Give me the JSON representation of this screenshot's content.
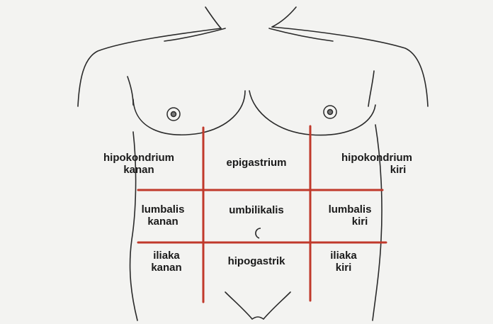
{
  "diagram": {
    "colors": {
      "background": "#f3f3f1",
      "outline": "#2a2a2a",
      "grid_lines": "#c0392b",
      "text": "#1a1a1a"
    },
    "regions": {
      "hipokondrium_kanan": {
        "line1": "hipokondrium",
        "line2": "kanan"
      },
      "epigastrium": {
        "line1": "epigastrium"
      },
      "hipokondrium_kiri": {
        "line1": "hipokondrium",
        "line2": "kiri"
      },
      "lumbalis_kanan": {
        "line1": "lumbalis",
        "line2": "kanan"
      },
      "umbilikalis": {
        "line1": "umbilikalis"
      },
      "lumbalis_kiri": {
        "line1": "lumbalis",
        "line2": "kiri"
      },
      "iliaka_kanan": {
        "line1": "iliaka",
        "line2": "kanan"
      },
      "hipogastrik": {
        "line1": "hipogastrik"
      },
      "iliaka_kiri": {
        "line1": "iliaka",
        "line2": "kiri"
      }
    }
  }
}
